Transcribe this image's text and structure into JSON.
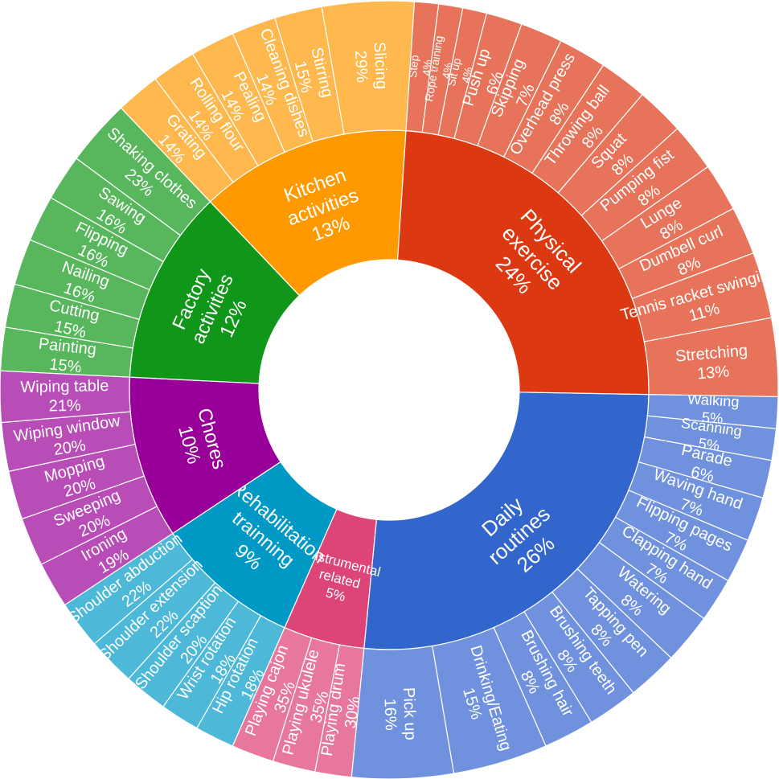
{
  "chart_data": {
    "type": "sunburst",
    "categories": [
      {
        "label": "Daily routines",
        "percent": "26%",
        "share": 26,
        "color": "#3366cc",
        "child_color": "#7092de",
        "children": [
          {
            "label": "Walking",
            "percent": "5%",
            "share": 5
          },
          {
            "label": "Scanning",
            "percent": "5%",
            "share": 5
          },
          {
            "label": "Parade",
            "percent": "6%",
            "share": 6
          },
          {
            "label": "Waving hand",
            "percent": "7%",
            "share": 7
          },
          {
            "label": "Flipping pages",
            "percent": "7%",
            "share": 7
          },
          {
            "label": "Clapping hand",
            "percent": "7%",
            "share": 7
          },
          {
            "label": "Watering",
            "percent": "8%",
            "share": 8
          },
          {
            "label": "Tapping pen",
            "percent": "8%",
            "share": 8
          },
          {
            "label": "Brushing teeth",
            "percent": "8%",
            "share": 8
          },
          {
            "label": "Brushing hair",
            "percent": "8%",
            "share": 8
          },
          {
            "label": "Drinking/Eating",
            "percent": "15%",
            "share": 15
          },
          {
            "label": "Pick up",
            "percent": "16%",
            "share": 16
          }
        ]
      },
      {
        "label": "Instrumental related",
        "percent": "5%",
        "share": 5,
        "color": "#dd4477",
        "child_color": "#e7779d",
        "children": [
          {
            "label": "Playing drum",
            "percent": "30%",
            "share": 30
          },
          {
            "label": "Playing ukulele",
            "percent": "35%",
            "share": 35
          },
          {
            "label": "Playing cajon",
            "percent": "35%",
            "share": 35
          }
        ]
      },
      {
        "label": "Rehabilitation trainning",
        "percent": "9%",
        "share": 9,
        "color": "#0099c6",
        "child_color": "#4db8d7",
        "children": [
          {
            "label": "Hip rotation",
            "percent": "18%",
            "share": 18
          },
          {
            "label": "Wrist rotation",
            "percent": "18%",
            "share": 18
          },
          {
            "label": "Shoulder scaption",
            "percent": "20%",
            "share": 20
          },
          {
            "label": "Shoulder extension",
            "percent": "22%",
            "share": 22
          },
          {
            "label": "Shoulder abduction",
            "percent": "22%",
            "share": 22
          }
        ]
      },
      {
        "label": "Chores",
        "percent": "10%",
        "share": 10,
        "color": "#990099",
        "child_color": "#b84db8",
        "children": [
          {
            "label": "Ironing",
            "percent": "19%",
            "share": 19
          },
          {
            "label": "Sweeping",
            "percent": "20%",
            "share": 20
          },
          {
            "label": "Mopping",
            "percent": "20%",
            "share": 20
          },
          {
            "label": "Wiping window",
            "percent": "20%",
            "share": 20
          },
          {
            "label": "Wiping table",
            "percent": "21%",
            "share": 21
          }
        ]
      },
      {
        "label": "Factory activities",
        "percent": "12%",
        "share": 12,
        "color": "#109618",
        "child_color": "#58b65d",
        "children": [
          {
            "label": "Painting",
            "percent": "15%",
            "share": 15
          },
          {
            "label": "Cutting",
            "percent": "15%",
            "share": 15
          },
          {
            "label": "Nailing",
            "percent": "16%",
            "share": 16
          },
          {
            "label": "Flipping",
            "percent": "16%",
            "share": 16
          },
          {
            "label": "Sawing",
            "percent": "16%",
            "share": 16
          },
          {
            "label": "Shaking clothes",
            "percent": "23%",
            "share": 23
          }
        ]
      },
      {
        "label": "Kitchen activities",
        "percent": "13%",
        "share": 13,
        "color": "#ff9900",
        "child_color": "#ffb84d",
        "children": [
          {
            "label": "Grating",
            "percent": "14%",
            "share": 14
          },
          {
            "label": "Rolling flour",
            "percent": "14%",
            "share": 14
          },
          {
            "label": "Pealing",
            "percent": "14%",
            "share": 14
          },
          {
            "label": "Cleaning dishes",
            "percent": "14%",
            "share": 14
          },
          {
            "label": "Stirring",
            "percent": "15%",
            "share": 15
          },
          {
            "label": "Slicing",
            "percent": "29%",
            "share": 29
          }
        ]
      },
      {
        "label": "Physical exercise",
        "percent": "24%",
        "share": 24,
        "color": "#dc3912",
        "child_color": "#e7745a",
        "children": [
          {
            "label": "Step",
            "percent": "4%",
            "share": 4
          },
          {
            "label": "Rope training",
            "percent": "4%",
            "share": 4
          },
          {
            "label": "Sit up",
            "percent": "4%",
            "share": 4
          },
          {
            "label": "Push up",
            "percent": "6%",
            "share": 6
          },
          {
            "label": "Skipping",
            "percent": "7%",
            "share": 7
          },
          {
            "label": "Overhead press",
            "percent": "8%",
            "share": 8
          },
          {
            "label": "Throwing ball",
            "percent": "8%",
            "share": 8
          },
          {
            "label": "Squat",
            "percent": "8%",
            "share": 8
          },
          {
            "label": "Pumping fist",
            "percent": "8%",
            "share": 8
          },
          {
            "label": "Lunge",
            "percent": "8%",
            "share": 8
          },
          {
            "label": "Dumbell curl",
            "percent": "8%",
            "share": 8
          },
          {
            "label": "Tennis racket swinging",
            "percent": "11%",
            "share": 11
          },
          {
            "label": "Stretching",
            "percent": "13%",
            "share": 13
          }
        ]
      }
    ]
  }
}
